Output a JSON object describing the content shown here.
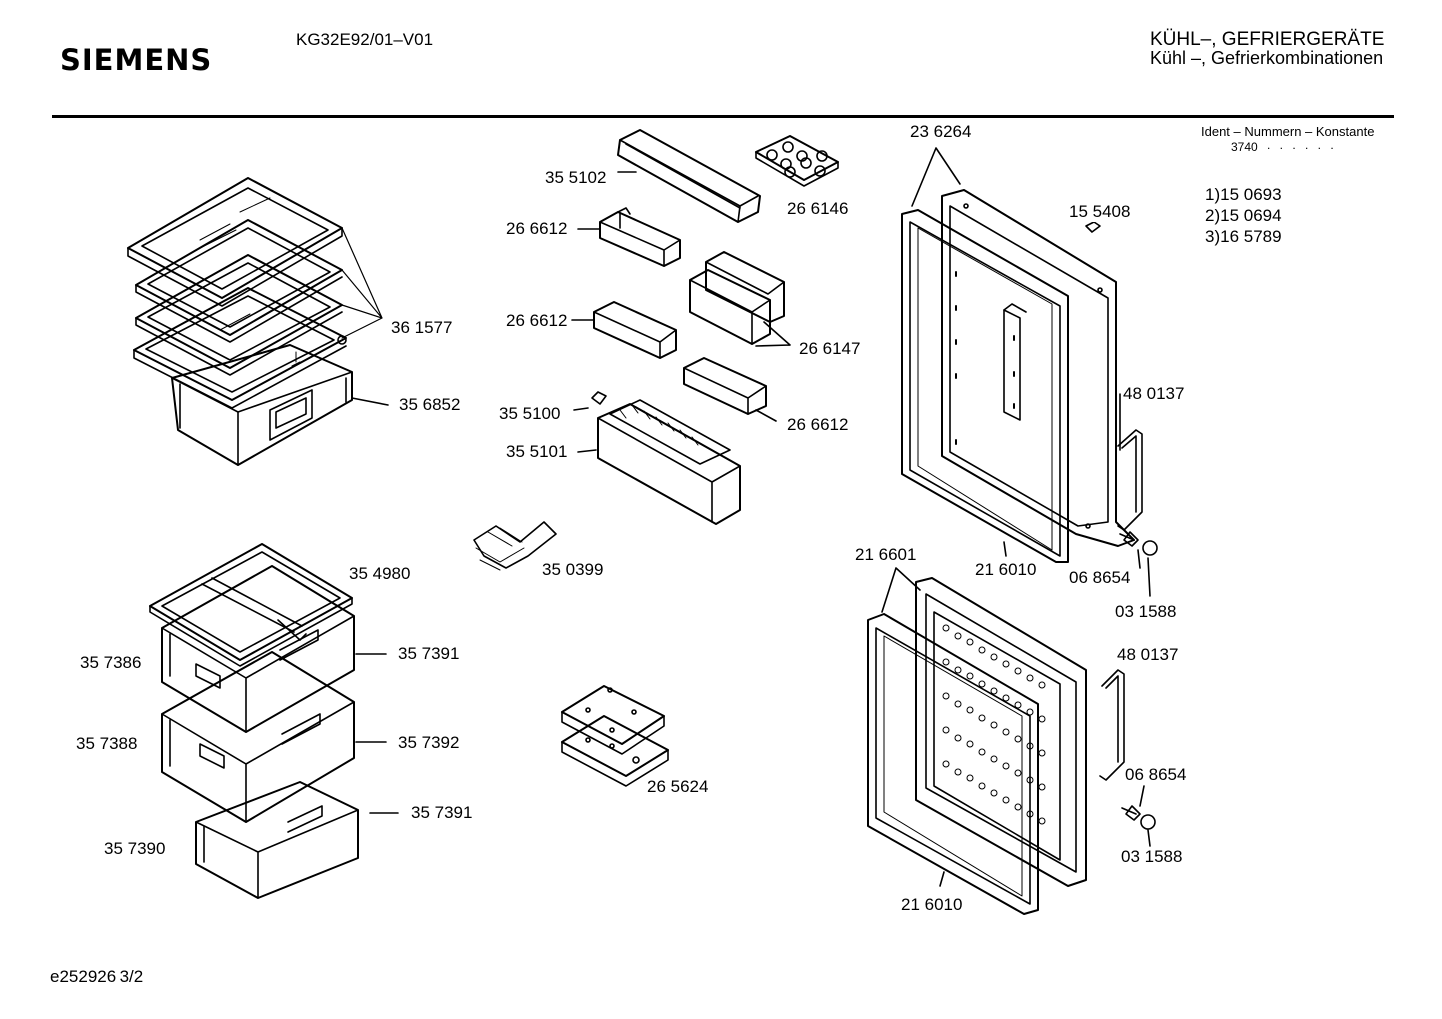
{
  "header": {
    "brand": "SIEMENS",
    "model": "KG32E92/01–V01",
    "category_line1": "KÜHL–, GEFRIERGERÄTE",
    "category_line2": "Kühl –, Gefrierkombinationen"
  },
  "ident": {
    "title": "Ident – Nummern – Konstante",
    "constant": "3740",
    "dots": ". .   . . . .",
    "variants": [
      "1)15 0693",
      "2)15 0694",
      "3)16 5789"
    ]
  },
  "parts": {
    "p361577": "36 1577",
    "p356852": "35 6852",
    "p355102": "35 5102",
    "p266146": "26 6146",
    "p266612a": "26 6612",
    "p266612b": "26 6612",
    "p266147": "26 6147",
    "p266612c": "26 6612",
    "p355100": "35 5100",
    "p355101": "35 5101",
    "p350399": "35 0399",
    "p354980": "35 4980",
    "p357386": "35 7386",
    "p357391a": "35 7391",
    "p357388": "35 7388",
    "p357392": "35 7392",
    "p357390": "35 7390",
    "p357391b": "35 7391",
    "p265624": "26 5624",
    "p236264": "23 6264",
    "p155408": "15 5408",
    "p480137a": "48 0137",
    "p216601": "21 6601",
    "p216010a": "21 6010",
    "p068654a": "06 8654",
    "p031588a": "03 1588",
    "p480137b": "48 0137",
    "p068654b": "06 8654",
    "p031588b": "03 1588",
    "p216010b": "21 6010"
  },
  "footer": {
    "reference": "e252926 3/2"
  }
}
